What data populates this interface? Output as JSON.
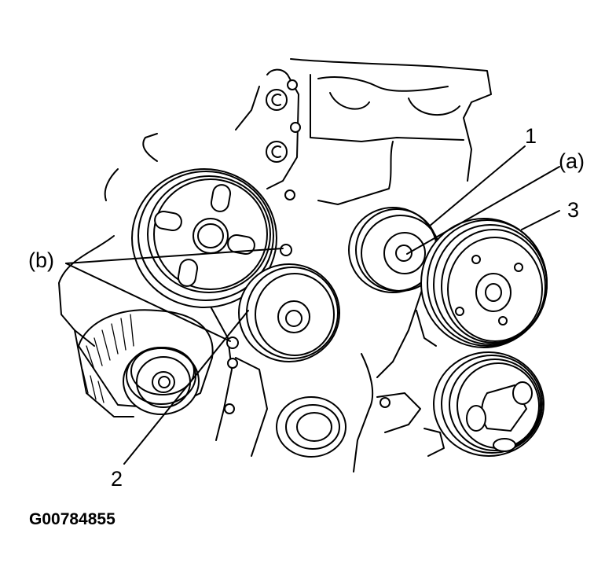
{
  "callouts": {
    "c1": "1",
    "ca": "(a)",
    "c3": "3",
    "cb": "(b)",
    "c2": "2"
  },
  "figure_code": "G00784855"
}
